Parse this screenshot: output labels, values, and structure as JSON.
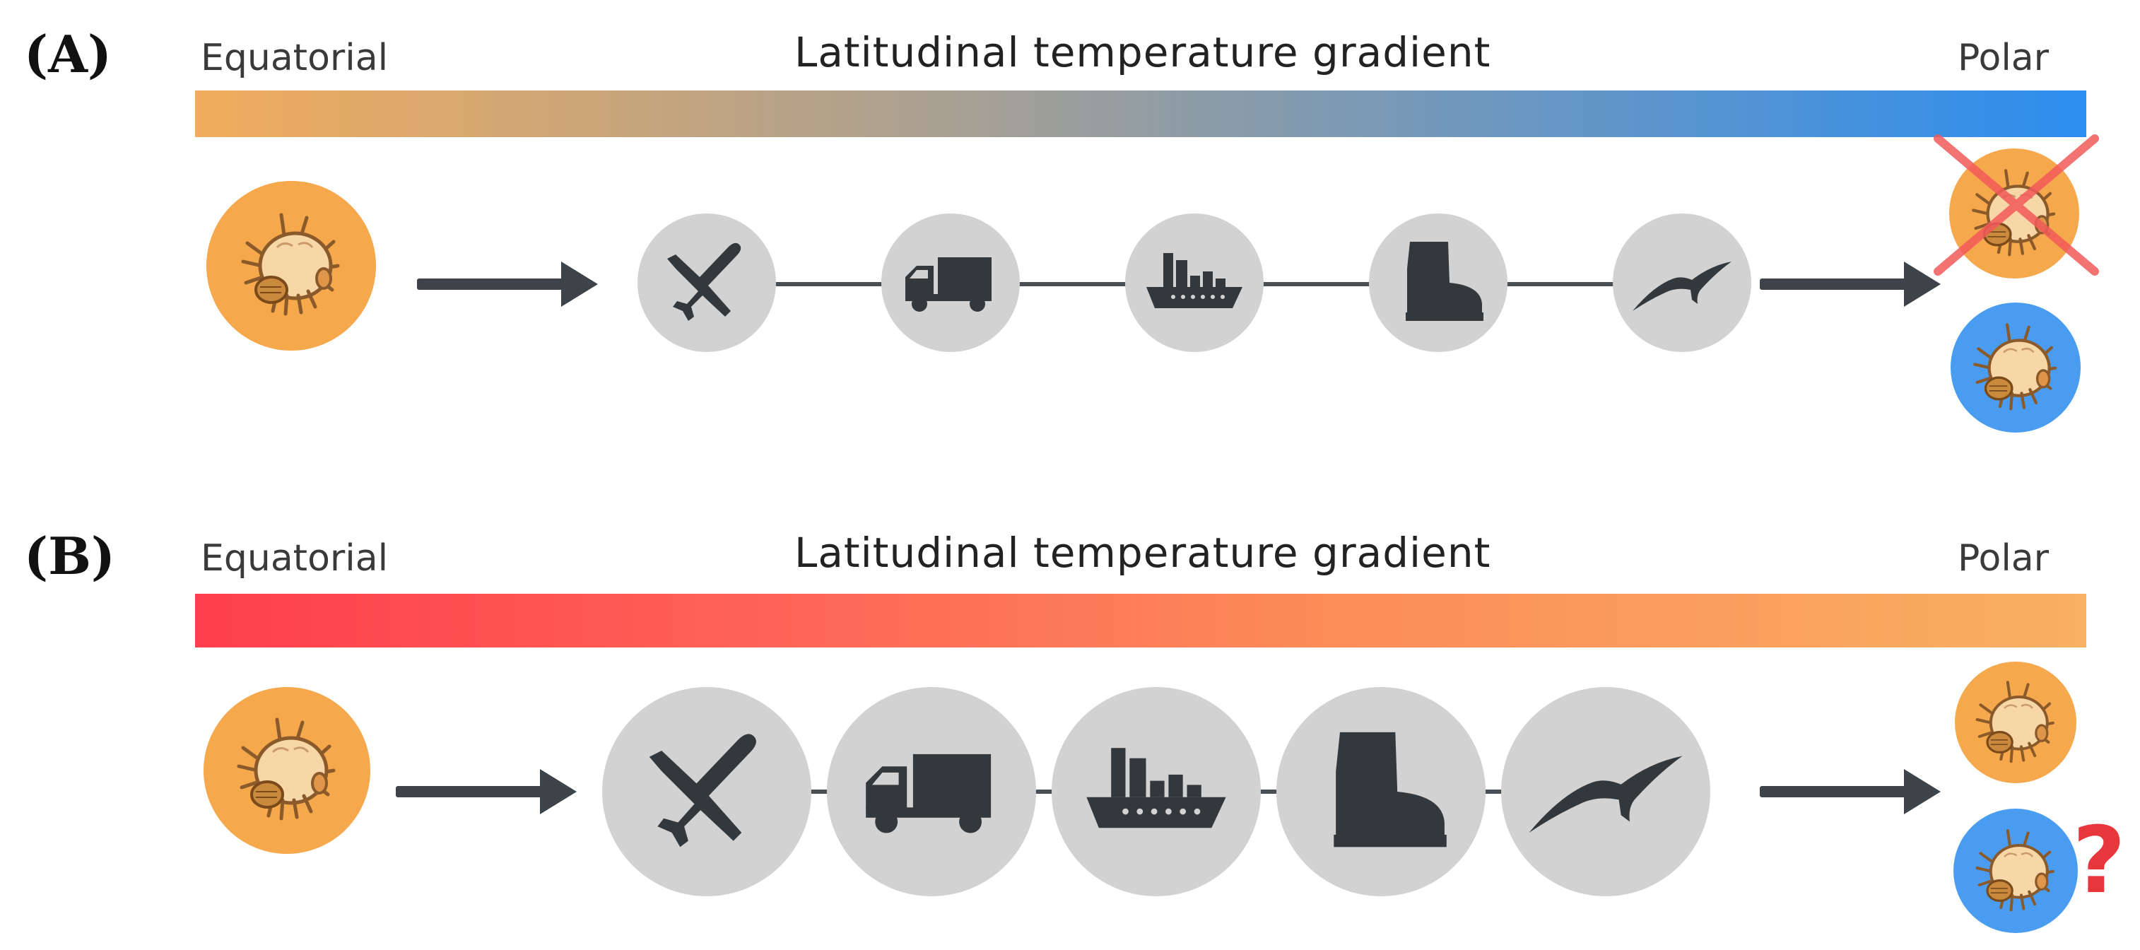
{
  "panels": [
    {
      "id": "A",
      "label": "(A)",
      "left_label": "Equatorial",
      "title": "Latitudinal temperature gradient",
      "right_label": "Polar",
      "gradient_colors": [
        "#f1ac5c",
        "#a8a093",
        "#2c8ef0"
      ],
      "vectors": [
        "airplane-icon",
        "truck-icon",
        "ship-icon",
        "boot-icon",
        "bird-icon"
      ],
      "outcomes": [
        {
          "color": "#f5a84c",
          "crossed": true
        },
        {
          "color": "#4a9cf0",
          "crossed": false
        }
      ]
    },
    {
      "id": "B",
      "label": "(B)",
      "left_label": "Equatorial",
      "title": "Latitudinal temperature gradient",
      "right_label": "Polar",
      "gradient_colors": [
        "#fd3e4c",
        "#fc8c58",
        "#f8b062"
      ],
      "vectors": [
        "airplane-icon",
        "truck-icon",
        "ship-icon",
        "boot-icon",
        "bird-icon"
      ],
      "outcomes": [
        {
          "color": "#f5a84c",
          "crossed": false
        },
        {
          "color": "#4a9cf0",
          "crossed": false,
          "question": "?"
        }
      ]
    }
  ],
  "colors": {
    "circle_gray": "#d2d2d2",
    "icon_dark": "#33383d",
    "warm_mite": "#f5a84c",
    "cold_mite": "#4a9cf0",
    "cross_red": "#f25a5a",
    "question_red": "#e8373c"
  }
}
